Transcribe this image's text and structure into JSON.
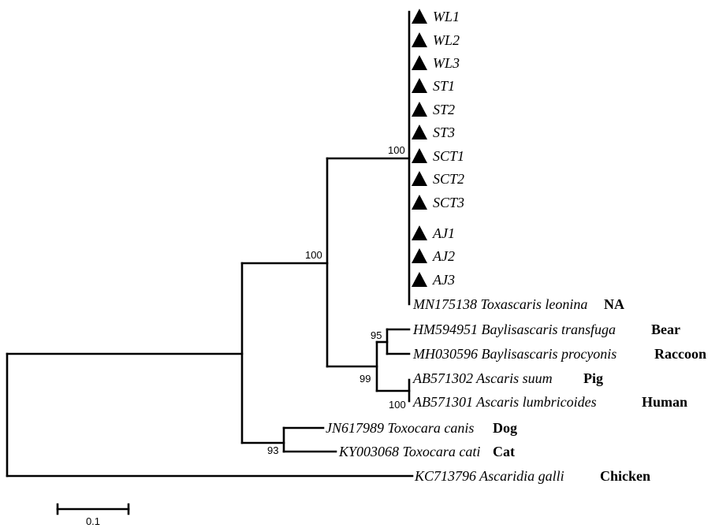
{
  "tree": {
    "samples": [
      {
        "label": "WL1"
      },
      {
        "label": "WL2"
      },
      {
        "label": "WL3"
      },
      {
        "label": "ST1"
      },
      {
        "label": "ST2"
      },
      {
        "label": "ST3"
      },
      {
        "label": "SCT1"
      },
      {
        "label": "SCT2"
      },
      {
        "label": "SCT3"
      },
      {
        "label": "AJ1"
      },
      {
        "label": "AJ2"
      },
      {
        "label": "AJ3"
      }
    ],
    "references": [
      {
        "accession_species": "MN175138 Toxascaris leonina",
        "host": "NA"
      },
      {
        "accession_species": "HM594951 Baylisascaris transfuga",
        "host": "Bear"
      },
      {
        "accession_species": "MH030596 Baylisascaris procyonis",
        "host": "Raccoon"
      },
      {
        "accession_species": "AB571302 Ascaris suum",
        "host": "Pig"
      },
      {
        "accession_species": "AB571301 Ascaris lumbricoides",
        "host": "Human"
      },
      {
        "accession_species": "JN617989 Toxocara canis",
        "host": "Dog"
      },
      {
        "accession_species": "KY003068 Toxocara cati",
        "host": "Cat"
      },
      {
        "accession_species": "KC713796 Ascaridia galli",
        "host": "Chicken"
      }
    ],
    "bootstrap": {
      "toxascaris_clade": "100",
      "toxascaris_plus_ascaridae": "100",
      "baylisascaris": "95",
      "ascaridae": "99",
      "ascaris": "100",
      "toxocara": "93"
    },
    "scale_bar": {
      "label": "0.1"
    }
  }
}
